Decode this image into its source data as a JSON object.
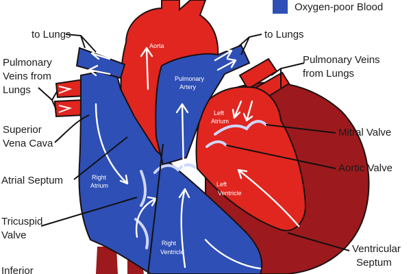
{
  "legend": {
    "oxygen_poor_label": "Oxygen-poor Blood",
    "swatch_color": "#2e4fb5"
  },
  "colors": {
    "oxygen_rich": "#e0261f",
    "oxygen_poor": "#2e4fb5",
    "muscle": "#9c1a1d",
    "outline": "#1a1010"
  },
  "labels": {
    "to_lungs_left": "to Lungs",
    "to_lungs_right": "to Lungs",
    "pulmonary_veins_left_1": "Pulmonary",
    "pulmonary_veins_left_2": "Veins from",
    "pulmonary_veins_left_3": "Lungs",
    "pulmonary_veins_right_1": "Pulmonary Veins",
    "pulmonary_veins_right_2": "from Lungs",
    "superior_vena_cava_1": "Superior",
    "superior_vena_cava_2": "Vena Cava",
    "atrial_septum": "Atrial Septum",
    "tricuspid_valve_1": "Tricuspid",
    "tricuspid_valve_2": "Valve",
    "inferior": "Inferior",
    "mitral_valve": "Mitral Valve",
    "aortic_valve": "Aortic Valve",
    "ventricular_septum_1": "Ventricular",
    "ventricular_septum_2": "Septum"
  },
  "chambers": {
    "aorta": "Aorta",
    "pulmonary_artery_1": "Pulmonary",
    "pulmonary_artery_2": "Artery",
    "left_atrium_1": "Left",
    "left_atrium_2": "Atrium",
    "left_ventricle_1": "Left",
    "left_ventricle_2": "Ventricle",
    "right_atrium_1": "Right",
    "right_atrium_2": "Atrium",
    "right_ventricle_1": "Right",
    "right_ventricle_2": "Ventricle"
  }
}
